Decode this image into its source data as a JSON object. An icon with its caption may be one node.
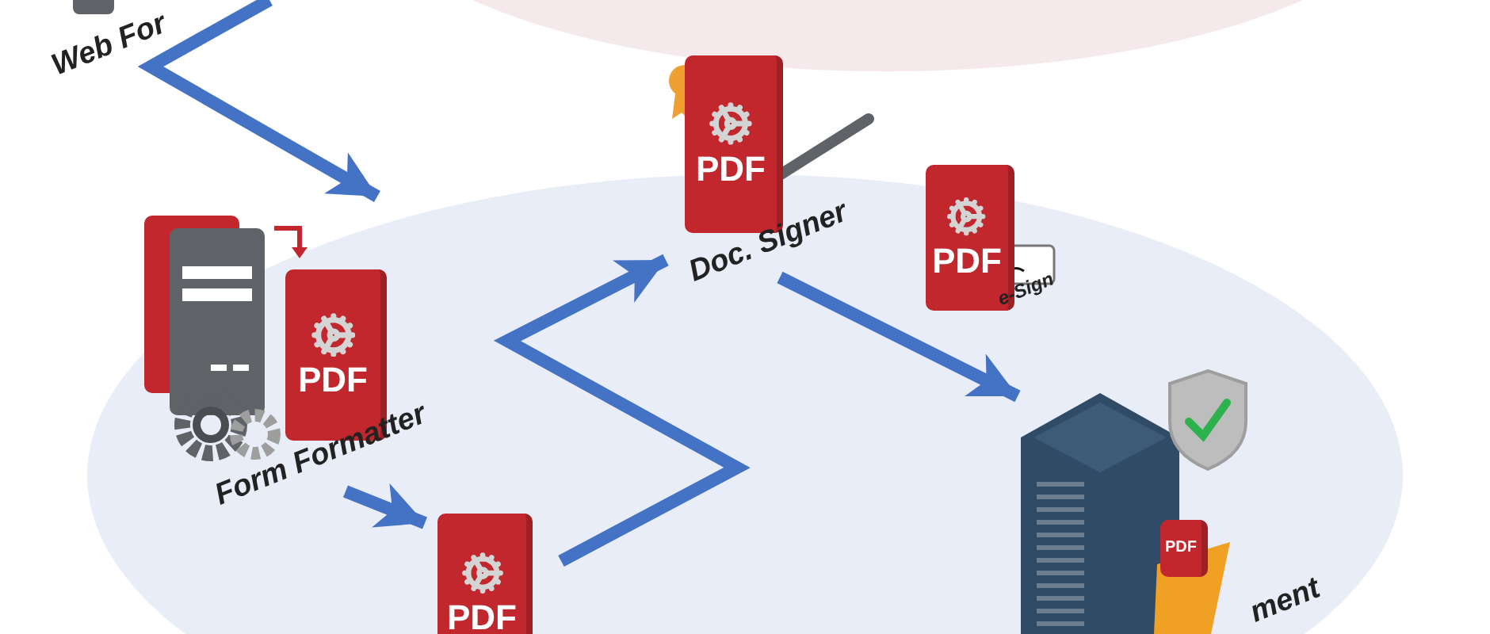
{
  "diagram": {
    "nodes": [
      {
        "text": [
          "Web For"
        ]
      },
      {
        "text": [
          "PDF",
          "Form Formatter"
        ]
      },
      {
        "text": [
          "PDF"
        ]
      },
      {
        "text": [
          "PDF",
          "Doc. Signer"
        ]
      },
      {
        "text": [
          "PDF",
          "e-Sign"
        ]
      },
      {
        "text": [
          "PDF",
          "ment"
        ]
      }
    ],
    "edges": [
      {
        "from": 0,
        "to": 1,
        "arrow": "to"
      },
      {
        "from": 1,
        "to": 2,
        "arrow": "to"
      },
      {
        "from": 2,
        "to": 3,
        "arrow": "to"
      },
      {
        "from": 3,
        "to": 5,
        "arrow": "to"
      }
    ]
  }
}
